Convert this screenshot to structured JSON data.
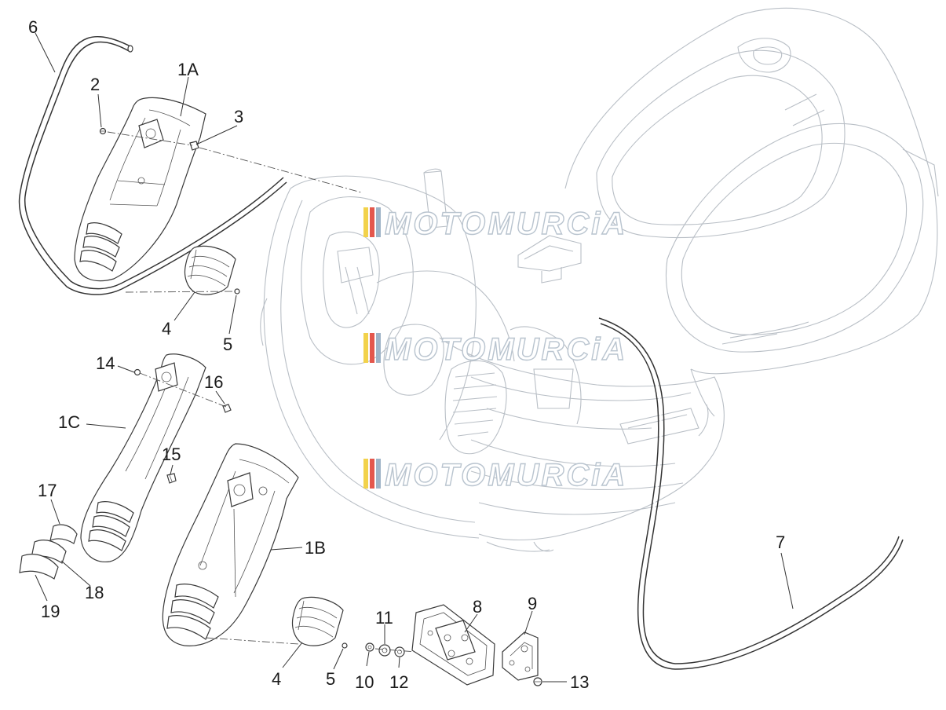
{
  "watermark": {
    "text": "MOTOMURCiA",
    "stripe_colors": [
      "#f2d24b",
      "#e4574c",
      "#9fb4c7"
    ]
  },
  "callouts": {
    "c6": "6",
    "c2": "2",
    "c1A": "1A",
    "c3": "3",
    "c4a": "4",
    "c5a": "5",
    "c14": "14",
    "c16": "16",
    "c1C": "1C",
    "c15": "15",
    "c17": "17",
    "c18": "18",
    "c19": "19",
    "c1B": "1B",
    "c7": "7",
    "c8": "8",
    "c9": "9",
    "c11": "11",
    "c4b": "4",
    "c5b": "5",
    "c10": "10",
    "c12": "12",
    "c13": "13"
  }
}
